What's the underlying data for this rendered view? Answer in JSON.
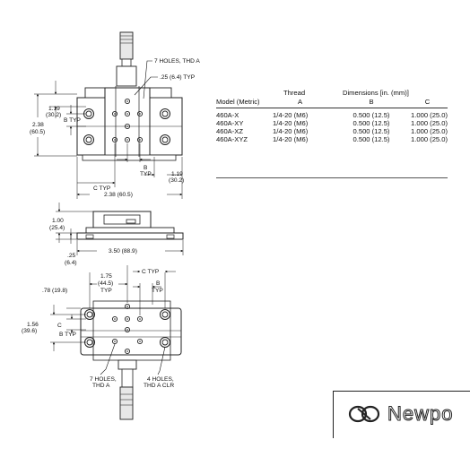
{
  "table": {
    "headers_top": [
      "",
      "Thread",
      "Dimensions [in. (mm)]",
      ""
    ],
    "headers": [
      "Model (Metric)",
      "A",
      "B",
      "C"
    ],
    "rows": [
      [
        "460A-X",
        "1/4-20 (M6)",
        "0.500 (12.5)",
        "1.000 (25.0)"
      ],
      [
        "460A-XY",
        "1/4-20 (M6)",
        "0.500 (12.5)",
        "1.000 (25.0)"
      ],
      [
        "460A-XZ",
        "1/4-20 (M6)",
        "0.500 (12.5)",
        "1.000 (25.0)"
      ],
      [
        "460A-XYZ",
        "1/4-20 (M6)",
        "0.500 (12.5)",
        "1.000 (25.0)"
      ]
    ]
  },
  "top_view": {
    "holes_note": "7 HOLES, THD A",
    "typ_note": ".25 (6.4) TYP",
    "dim_119_in": "1.19",
    "dim_119_mm": "(30.2)",
    "b_typ_left": "B TYP",
    "dim_238_in": "2.38",
    "dim_238_mm": "(60.5)",
    "b_typ_right_1": "B",
    "b_typ_right_2": "TYP",
    "c_typ": "C TYP",
    "dim_119_right_in": "1.19",
    "dim_119_right_mm": "(30.2)",
    "dim_238_bottom": "2.38 (60.5)"
  },
  "side_view": {
    "dim_100_in": "1.00",
    "dim_100_mm": "(25.4)",
    "dim_350": "3.50 (88.9)",
    "dim_25_in": ".25",
    "dim_25_mm": "(6.4)"
  },
  "bottom_view": {
    "c_typ": "C TYP",
    "dim_175_in": "1.75",
    "dim_175_mm": "(44.5)",
    "dim_175_typ": "TYP",
    "b_typ_1": "B",
    "b_typ_2": "TYP",
    "dim_78": ".78 (19.8)",
    "dim_156_in": "1.56",
    "dim_156_mm": "(39.6)",
    "c_label": "C",
    "b_typ_left": "B TYP",
    "holes7_1": "7 HOLES,",
    "holes7_2": "THD A",
    "holes4_1": "4 HOLES,",
    "holes4_2": "THD A CLR"
  },
  "logo": {
    "text": "Newpo"
  }
}
